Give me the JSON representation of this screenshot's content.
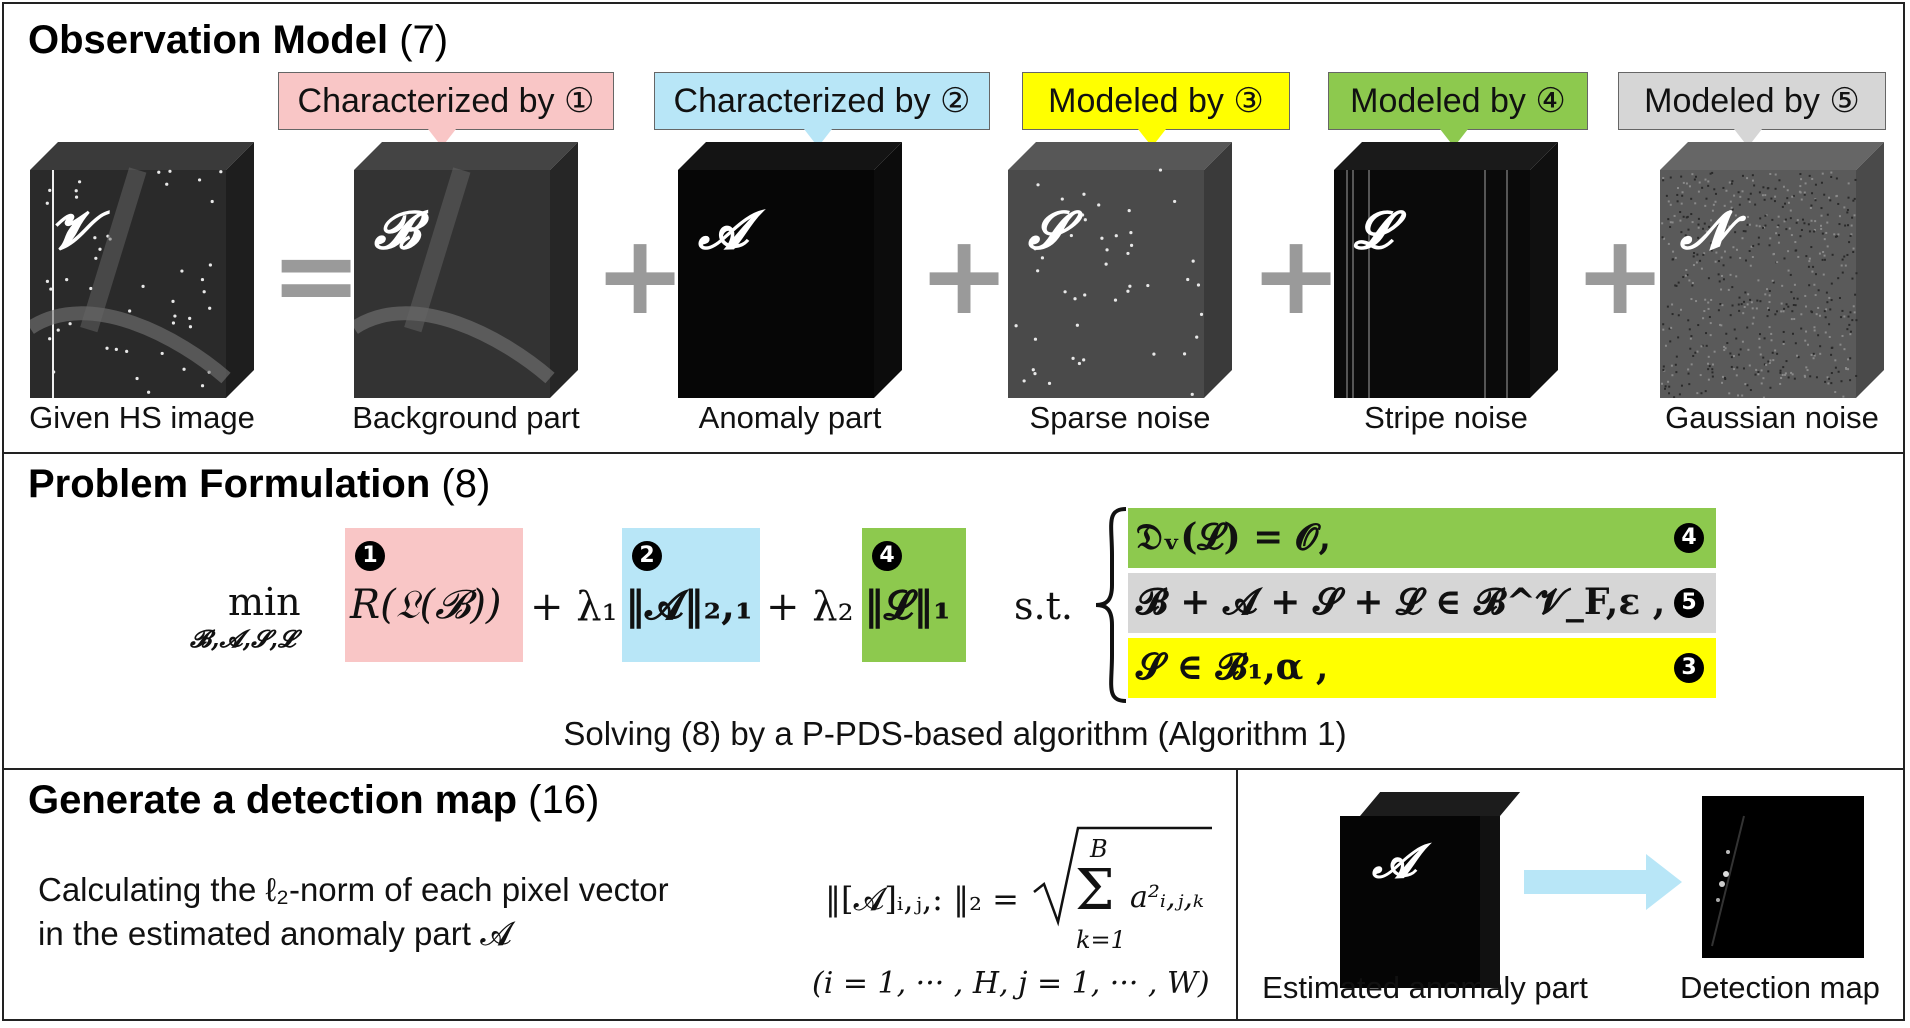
{
  "observation": {
    "title": "Observation Model",
    "ref": "(7)",
    "callouts": [
      {
        "label": "Characterized by ①",
        "color": "#f9c6c6"
      },
      {
        "label": "Characterized by ②",
        "color": "#b8e6f7"
      },
      {
        "label": "Modeled by ③",
        "color": "#ffff00"
      },
      {
        "label": "Modeled by ④",
        "color": "#8dc94e"
      },
      {
        "label": "Modeled by ⑤",
        "color": "#d6d6d6"
      }
    ],
    "cubes": [
      {
        "letter": "𝓥",
        "caption": "Given HS image"
      },
      {
        "letter": "𝓑",
        "caption": "Background part"
      },
      {
        "letter": "𝓐",
        "caption": "Anomaly part"
      },
      {
        "letter": "𝓢",
        "caption": "Sparse noise"
      },
      {
        "letter": "𝓛",
        "caption": "Stripe noise"
      },
      {
        "letter": "𝓝",
        "caption": "Gaussian noise"
      }
    ],
    "operators": [
      "=",
      "+",
      "+",
      "+",
      "+"
    ]
  },
  "formulation": {
    "title": "Problem Formulation",
    "ref": "(8)",
    "min": "min",
    "min_sub": "𝓑,𝓐,𝓢,𝓛",
    "term1": "R(𝔏(𝓑))",
    "term1_num": "1",
    "plus1": "+ λ₁",
    "term2": "‖𝓐‖₂,₁",
    "term2_num": "2",
    "plus2": "+ λ₂",
    "term3": "‖𝓛‖₁",
    "term3_num": "4",
    "st": "s.t.",
    "constraints": [
      {
        "expr": "𝔇ᵥ(𝓛) = 𝓞,",
        "num": "4",
        "color": "#8dc94e"
      },
      {
        "expr": "𝓑 + 𝓐 + 𝓢 + 𝓛 ∈ 𝓑^𝓥_F,ε ,",
        "num": "5",
        "color": "#d6d6d6"
      },
      {
        "expr": "𝓢 ∈ 𝓑₁,α ,",
        "num": "3",
        "color": "#ffff00"
      }
    ],
    "solving": "Solving (8) by a P-PDS-based algorithm (Algorithm 1)"
  },
  "detection": {
    "title": "Generate a detection map",
    "ref": "(16)",
    "desc_line1": "Calculating the ℓ₂-norm of each pixel vector",
    "desc_line2": "in the estimated anomaly part 𝓐",
    "formula_lhs": "‖[𝓐]ᵢ,ⱼ,: ‖₂ =",
    "formula_sum_top": "B",
    "formula_sum": "Σ",
    "formula_sum_bot": "k=1",
    "formula_term": "a²ᵢ,ⱼ,ₖ",
    "formula_range": "(i = 1, ··· , H, j = 1, ··· , W)",
    "cube_letter": "𝓐",
    "cube_caption": "Estimated anomaly part",
    "map_caption": "Detection map",
    "arrow_color": "#b8e6f7"
  }
}
